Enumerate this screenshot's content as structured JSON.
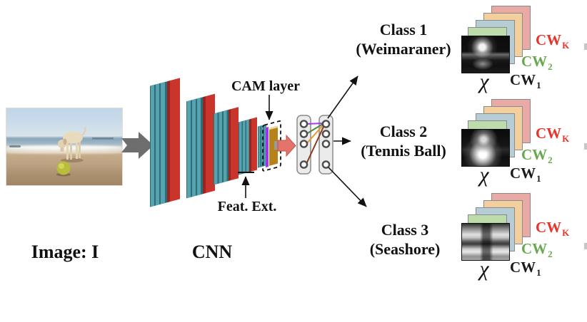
{
  "diagram": {
    "input_label": "Image: I",
    "cnn_label": "CNN",
    "cam_label": "CAM layer",
    "feat_label": "Feat. Ext.",
    "classes": [
      {
        "title": "Class 1",
        "subtitle": "(Weimaraner)"
      },
      {
        "title": "Class 2",
        "subtitle": "(Tennis Ball)"
      },
      {
        "title": "Class 3",
        "subtitle": "(Seashore)"
      }
    ],
    "stack_labels": {
      "chi": "χ",
      "cw1_base": "CW",
      "cw1_sub": "1",
      "cw2_base": "CW",
      "cw2_sub": "2",
      "cwk_base": "CW",
      "cwk_sub": "K"
    },
    "icons": {
      "input_flow_arrow": "gray-right-chevron-arrow",
      "cam_output_arrow": "pink-right-block-arrow",
      "class_pointer_arrows": "thin-black-arrows",
      "cam_pointer_arrow": "down-arrow-to-cam-layer",
      "feat_pointer_arrow": "up-arrow-to-feature-extractor"
    },
    "colors": {
      "conv_teal": "#4a9aa6",
      "conv_teal_dark": "#2e6d78",
      "conv_red": "#c9352b",
      "conv_red_dark": "#9a241f",
      "cam_purple": "#a134e8",
      "cam_gold": "#b8821b",
      "flow_arrow_gray": "#6e6e6e",
      "flow_arrow_pink": "#e4736c",
      "fc_layer_fill": "#ebebeb",
      "cw1_color": "#1a1a1a",
      "cw2_color": "#6aa84f",
      "cwk_color": "#e8342a",
      "card_green": "#bedcab",
      "card_blue": "#b7cdd6",
      "card_orange": "#f2cf9d",
      "card_pink": "#e9a9a4",
      "fc_line_purple": "#a53ce8",
      "fc_line_green": "#4a8c3f",
      "fc_line_orange": "#e8952f",
      "fc_line_maroon": "#8b3a1a"
    }
  }
}
